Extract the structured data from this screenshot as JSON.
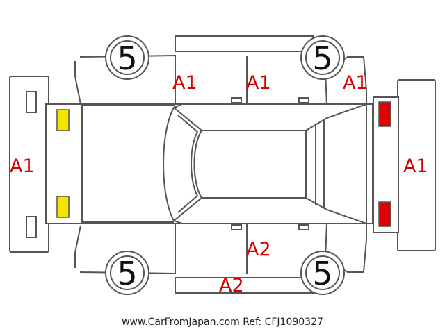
{
  "diagram": {
    "tires": {
      "front_left": "5",
      "front_right": "5",
      "rear_left": "5",
      "rear_right": "5"
    },
    "damage_codes": {
      "front_bumper": "A1",
      "rear_bumper": "A1",
      "hood": "A1",
      "roof_front": "A1",
      "roof_rear": "A1",
      "lower_door": "A2",
      "side_sill": "A2"
    },
    "light_colors": {
      "front": "#f5e600",
      "rear": "#e00000"
    }
  },
  "footer": {
    "watermark": "www.CarFromJapan.com Ref: CFJ1090327"
  }
}
